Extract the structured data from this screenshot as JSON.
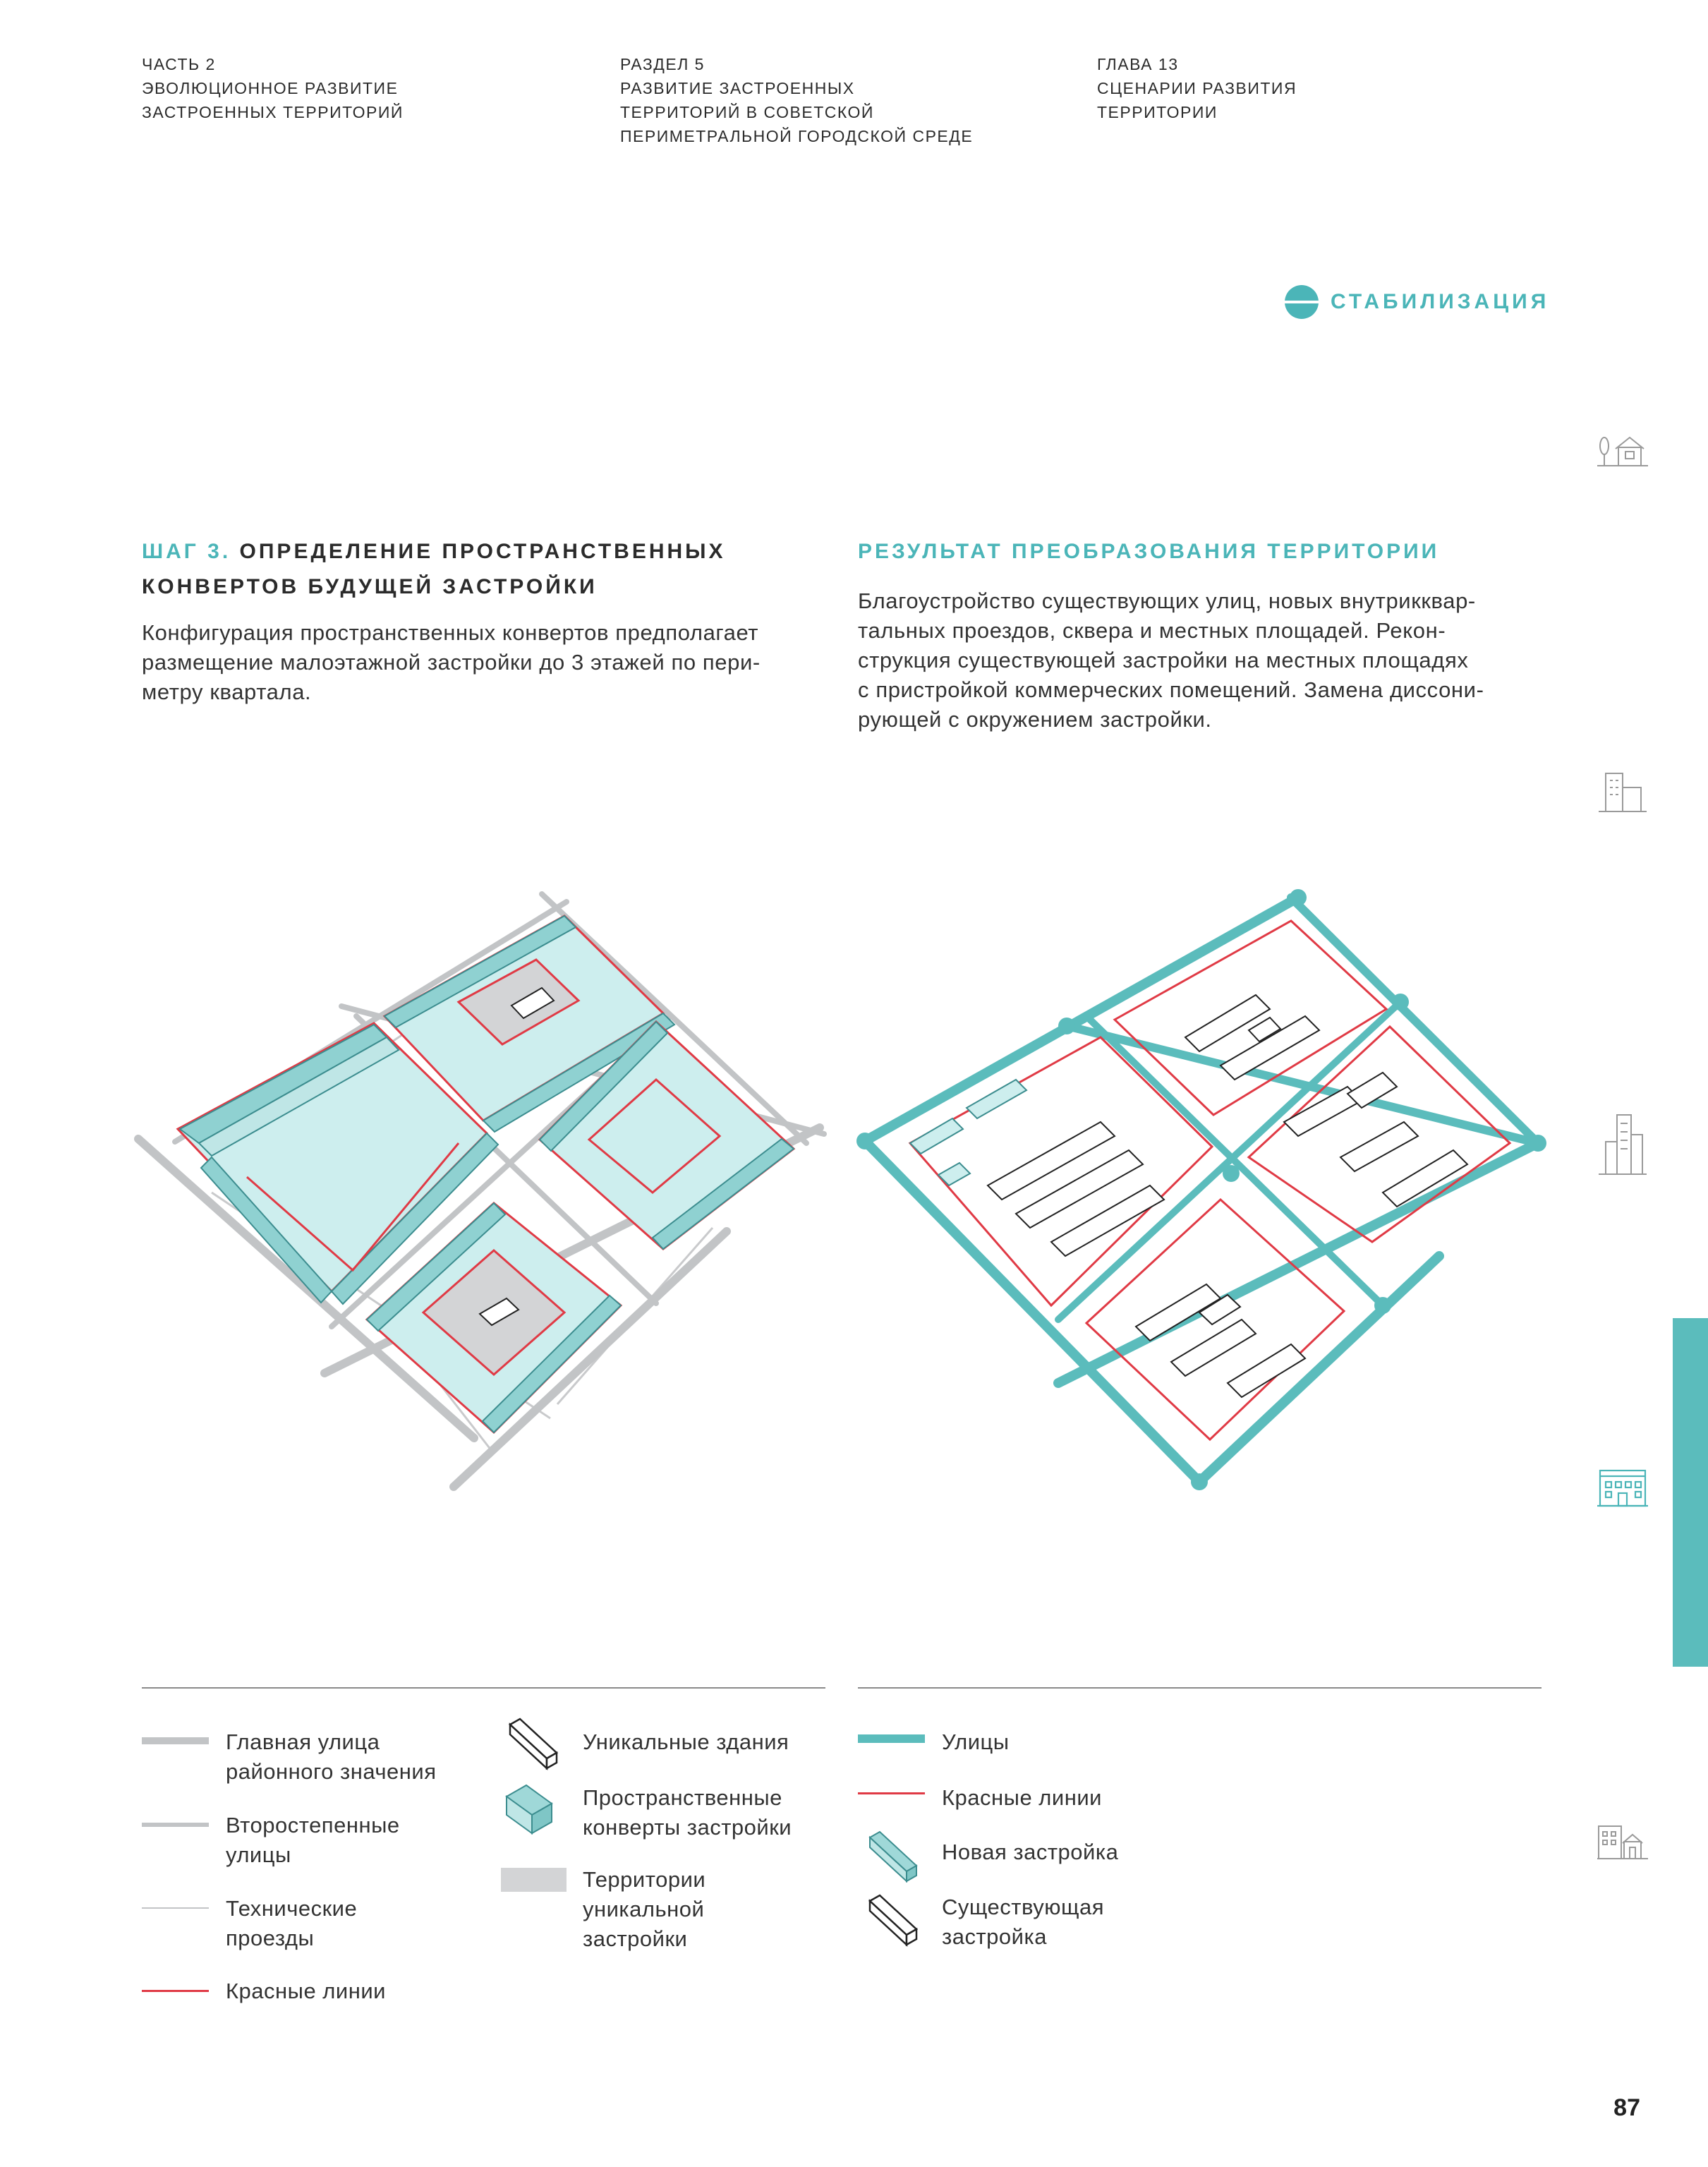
{
  "header": {
    "part": [
      "ЧАСТЬ 2",
      "ЭВОЛЮЦИОННОЕ РАЗВИТИЕ",
      "ЗАСТРОЕННЫХ ТЕРРИТОРИЙ"
    ],
    "section": [
      "РАЗДЕЛ 5",
      "РАЗВИТИЕ ЗАСТРОЕННЫХ",
      "ТЕРРИТОРИЙ В СОВЕТСКОЙ",
      "ПЕРИМЕТРАЛЬНОЙ ГОРОДСКОЙ СРЕДЕ"
    ],
    "chapter": [
      "ГЛАВА 13",
      "СЦЕНАРИИ РАЗВИТИЯ",
      "ТЕРРИТОРИИ"
    ]
  },
  "phase": {
    "label": "СТАБИЛИЗАЦИЯ",
    "color": "#4bb5b8"
  },
  "step": {
    "prefix": "ШАГ 3.",
    "title_line1": "ОПРЕДЕЛЕНИЕ ПРОСТРАНСТВЕННЫХ",
    "title_line2": "КОНВЕРТОВ БУДУЩЕЙ ЗАСТРОЙКИ",
    "text": [
      "Конфигурация пространственных конвертов предполагает",
      "размещение малоэтажной застройки до 3 этажей по пери-",
      "метру квартала."
    ]
  },
  "result": {
    "title": "РЕЗУЛЬТАТ ПРЕОБРАЗОВАНИЯ ТЕРРИТОРИИ",
    "text": [
      "Благоустройство существующих улиц, новых внутрикквар-",
      "тальных проездов, сквера и местных площадей. Рекон-",
      "струкция существующей застройки на местных площадях",
      "с пристройкой коммерческих помещений. Замена диссони-",
      "рующей с окружением застройки."
    ]
  },
  "legend_left": {
    "main_street": [
      "Главная улица",
      "районного значения"
    ],
    "secondary_streets": [
      "Второстепенные",
      "улицы"
    ],
    "tech_roads": [
      "Технические",
      "проезды"
    ],
    "red_lines": [
      "Красные линии"
    ],
    "unique_buildings": [
      "Уникальные здания"
    ],
    "envelopes": [
      "Пространственные",
      "конверты застройки"
    ],
    "unique_territories": [
      "Территории",
      "уникальной",
      "застройки"
    ]
  },
  "legend_right": {
    "streets": [
      "Улицы"
    ],
    "red_lines": [
      "Красные линии"
    ],
    "new_buildings": [
      "Новая застройка"
    ],
    "existing_buildings": [
      "Существующая",
      "застройка"
    ]
  },
  "colors": {
    "teal": "#5bbcbc",
    "teal_fill": "#cdeeee",
    "red": "#e03a45",
    "grey_road": "#c2c4c6",
    "grey_fill": "#d3d4d6",
    "text": "#2b2b2b"
  },
  "nav": {
    "icons": [
      "house-icon",
      "midrise-icon",
      "highrise-icon",
      "block-icon",
      "village-icon"
    ],
    "active": "block-icon"
  },
  "page_number": "87"
}
